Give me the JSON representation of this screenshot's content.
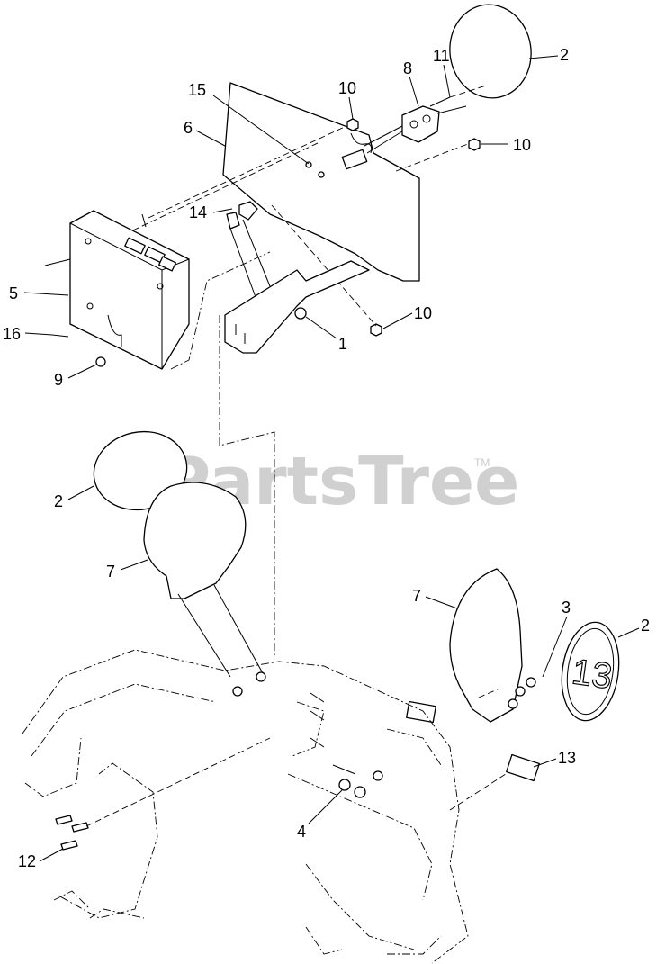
{
  "watermark": {
    "text": "PartsTree",
    "trademark": "TM"
  },
  "decal_number": "13",
  "callouts": [
    {
      "id": "c2a",
      "label": "2"
    },
    {
      "id": "c11",
      "label": "11"
    },
    {
      "id": "c8",
      "label": "8"
    },
    {
      "id": "c10a",
      "label": "10"
    },
    {
      "id": "c15",
      "label": "15"
    },
    {
      "id": "c6",
      "label": "6"
    },
    {
      "id": "c10b",
      "label": "10"
    },
    {
      "id": "c14",
      "label": "14"
    },
    {
      "id": "c5",
      "label": "5"
    },
    {
      "id": "c10c",
      "label": "10"
    },
    {
      "id": "c16",
      "label": "16"
    },
    {
      "id": "c1",
      "label": "1"
    },
    {
      "id": "c9",
      "label": "9"
    },
    {
      "id": "c2b",
      "label": "2"
    },
    {
      "id": "c7a",
      "label": "7"
    },
    {
      "id": "c7b",
      "label": "7"
    },
    {
      "id": "c3",
      "label": "3"
    },
    {
      "id": "c2c",
      "label": "2"
    },
    {
      "id": "c13",
      "label": "13"
    },
    {
      "id": "c4",
      "label": "4"
    },
    {
      "id": "c12",
      "label": "12"
    }
  ]
}
